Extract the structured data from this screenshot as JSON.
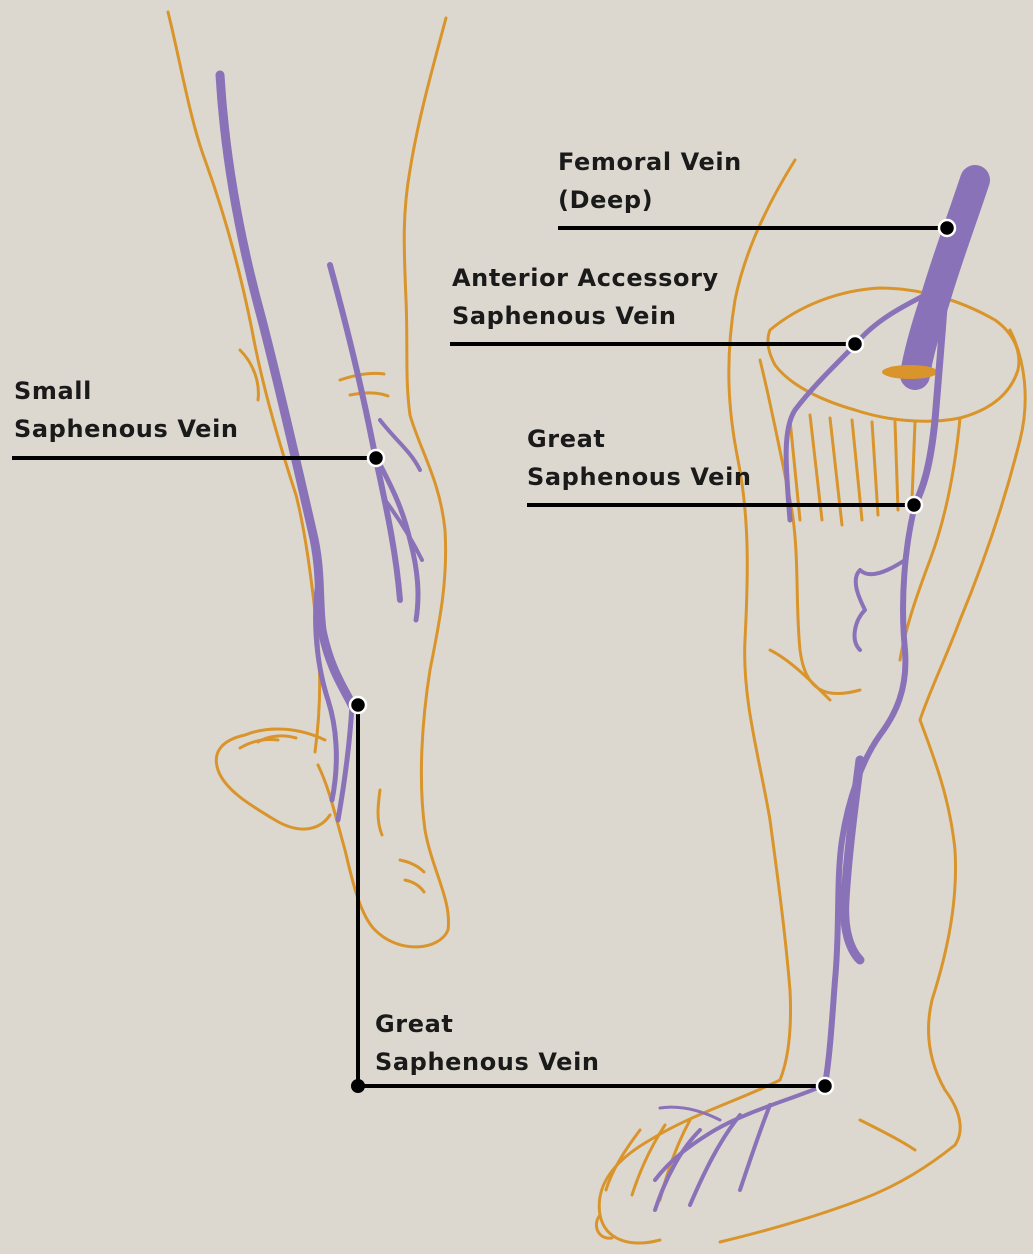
{
  "colors": {
    "background": "#dcd8cf",
    "outline": "#d9952b",
    "vein": "#8a72b8",
    "leader": "#000000"
  },
  "labels": {
    "femoral": {
      "line1": "Femoral Vein",
      "line2": "(Deep)"
    },
    "anterior_accessory": {
      "line1": "Anterior Accessory",
      "line2": "Saphenous Vein"
    },
    "small_saphenous": {
      "line1": "Small",
      "line2": "Saphenous Vein"
    },
    "great_saphenous_thigh": {
      "line1": "Great",
      "line2": "Saphenous Vein"
    },
    "great_saphenous_foot": {
      "line1": "Great",
      "line2": "Saphenous Vein"
    }
  }
}
